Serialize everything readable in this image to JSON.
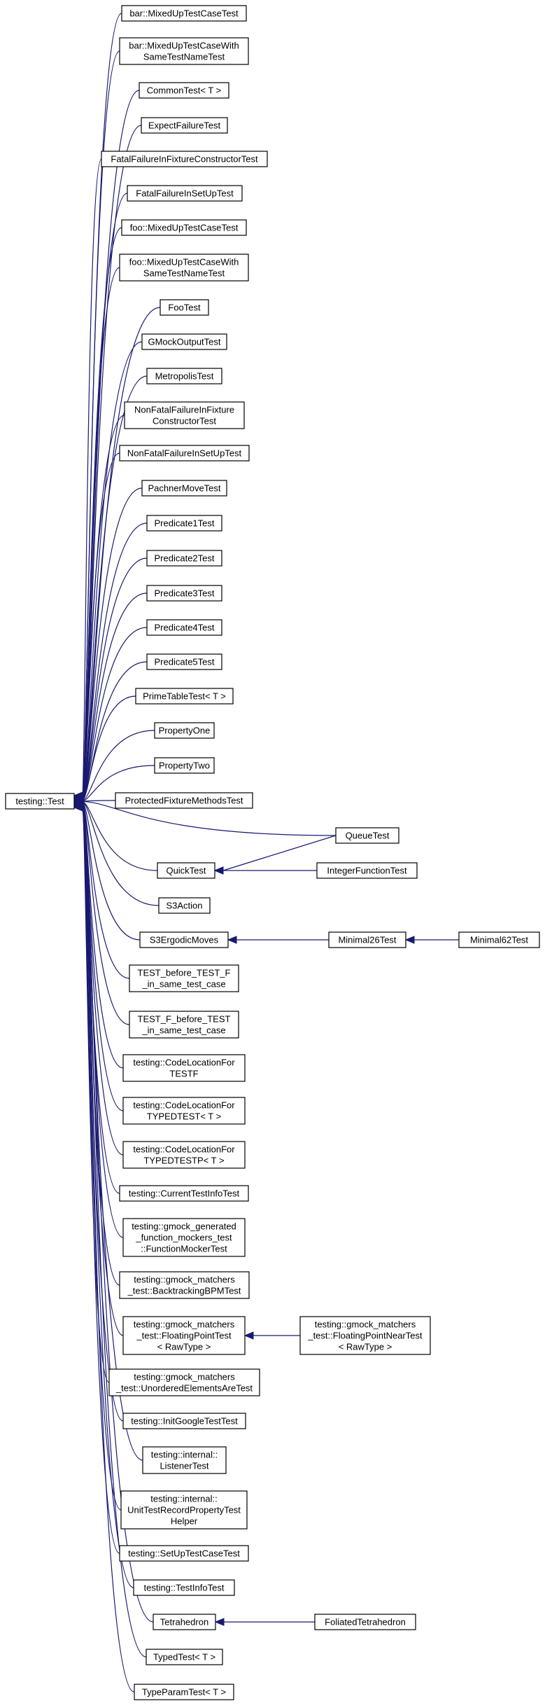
{
  "diagram": {
    "root": "testing::Test",
    "nodes": [
      {
        "id": "root",
        "lines": [
          "testing::Test"
        ]
      },
      {
        "id": "n1",
        "lines": [
          "bar::MixedUpTestCaseTest"
        ]
      },
      {
        "id": "n2",
        "lines": [
          "bar::MixedUpTestCaseWith",
          "SameTestNameTest"
        ]
      },
      {
        "id": "n3",
        "lines": [
          "CommonTest< T >"
        ]
      },
      {
        "id": "n4",
        "lines": [
          "ExpectFailureTest"
        ]
      },
      {
        "id": "n5",
        "lines": [
          "FatalFailureInFixtureConstructorTest"
        ]
      },
      {
        "id": "n6",
        "lines": [
          "FatalFailureInSetUpTest"
        ]
      },
      {
        "id": "n7",
        "lines": [
          "foo::MixedUpTestCaseTest"
        ]
      },
      {
        "id": "n8",
        "lines": [
          "foo::MixedUpTestCaseWith",
          "SameTestNameTest"
        ]
      },
      {
        "id": "n9",
        "lines": [
          "FooTest"
        ]
      },
      {
        "id": "n10",
        "lines": [
          "GMockOutputTest"
        ]
      },
      {
        "id": "n11",
        "lines": [
          "MetropolisTest"
        ]
      },
      {
        "id": "n12",
        "lines": [
          "NonFatalFailureInFixture",
          "ConstructorTest"
        ]
      },
      {
        "id": "n13",
        "lines": [
          "NonFatalFailureInSetUpTest"
        ]
      },
      {
        "id": "n14",
        "lines": [
          "PachnerMoveTest"
        ]
      },
      {
        "id": "n15",
        "lines": [
          "Predicate1Test"
        ]
      },
      {
        "id": "n16",
        "lines": [
          "Predicate2Test"
        ]
      },
      {
        "id": "n17",
        "lines": [
          "Predicate3Test"
        ]
      },
      {
        "id": "n18",
        "lines": [
          "Predicate4Test"
        ]
      },
      {
        "id": "n19",
        "lines": [
          "Predicate5Test"
        ]
      },
      {
        "id": "n20",
        "lines": [
          "PrimeTableTest< T >"
        ]
      },
      {
        "id": "n21",
        "lines": [
          "PropertyOne"
        ]
      },
      {
        "id": "n22",
        "lines": [
          "PropertyTwo"
        ]
      },
      {
        "id": "n23",
        "lines": [
          "ProtectedFixtureMethodsTest"
        ]
      },
      {
        "id": "n24",
        "lines": [
          "QueueTest"
        ]
      },
      {
        "id": "n25",
        "lines": [
          "QuickTest"
        ]
      },
      {
        "id": "n26",
        "lines": [
          "IntegerFunctionTest"
        ]
      },
      {
        "id": "n27",
        "lines": [
          "S3Action"
        ]
      },
      {
        "id": "n28",
        "lines": [
          "S3ErgodicMoves"
        ]
      },
      {
        "id": "n29",
        "lines": [
          "Minimal26Test"
        ]
      },
      {
        "id": "n30",
        "lines": [
          "Minimal62Test"
        ]
      },
      {
        "id": "n31",
        "lines": [
          "TEST_before_TEST_F",
          "_in_same_test_case"
        ]
      },
      {
        "id": "n32",
        "lines": [
          "TEST_F_before_TEST",
          "_in_same_test_case"
        ]
      },
      {
        "id": "n33",
        "lines": [
          "testing::CodeLocationFor",
          "TESTF"
        ]
      },
      {
        "id": "n34",
        "lines": [
          "testing::CodeLocationFor",
          "TYPEDTEST< T >"
        ]
      },
      {
        "id": "n35",
        "lines": [
          "testing::CodeLocationFor",
          "TYPEDTESTP< T >"
        ]
      },
      {
        "id": "n36",
        "lines": [
          "testing::CurrentTestInfoTest"
        ]
      },
      {
        "id": "n37",
        "lines": [
          "testing::gmock_generated",
          "_function_mockers_test",
          "::FunctionMockerTest"
        ]
      },
      {
        "id": "n38",
        "lines": [
          "testing::gmock_matchers",
          "_test::BacktrackingBPMTest"
        ]
      },
      {
        "id": "n39",
        "lines": [
          "testing::gmock_matchers",
          "_test::FloatingPointTest",
          "< RawType >"
        ]
      },
      {
        "id": "n40",
        "lines": [
          "testing::gmock_matchers",
          "_test::FloatingPointNearTest",
          "< RawType >"
        ]
      },
      {
        "id": "n41",
        "lines": [
          "testing::gmock_matchers",
          "_test::UnorderedElementsAreTest"
        ]
      },
      {
        "id": "n42",
        "lines": [
          "testing::InitGoogleTestTest"
        ]
      },
      {
        "id": "n43",
        "lines": [
          "testing::internal::",
          "ListenerTest"
        ]
      },
      {
        "id": "n44",
        "lines": [
          "testing::internal::",
          "UnitTestRecordPropertyTest",
          "Helper"
        ]
      },
      {
        "id": "n45",
        "lines": [
          "testing::SetUpTestCaseTest"
        ]
      },
      {
        "id": "n46",
        "lines": [
          "testing::TestInfoTest"
        ]
      },
      {
        "id": "n47",
        "lines": [
          "Tetrahedron"
        ]
      },
      {
        "id": "n48",
        "lines": [
          "FoliatedTetrahedron"
        ]
      },
      {
        "id": "n49",
        "lines": [
          "TypedTest< T >"
        ]
      },
      {
        "id": "n50",
        "lines": [
          "TypeParamTest< T >"
        ]
      }
    ],
    "edges": [
      {
        "from": "n1",
        "to": "root"
      },
      {
        "from": "n2",
        "to": "root"
      },
      {
        "from": "n3",
        "to": "root"
      },
      {
        "from": "n4",
        "to": "root"
      },
      {
        "from": "n5",
        "to": "root"
      },
      {
        "from": "n6",
        "to": "root"
      },
      {
        "from": "n7",
        "to": "root"
      },
      {
        "from": "n8",
        "to": "root"
      },
      {
        "from": "n9",
        "to": "root"
      },
      {
        "from": "n10",
        "to": "root"
      },
      {
        "from": "n11",
        "to": "root"
      },
      {
        "from": "n12",
        "to": "root"
      },
      {
        "from": "n13",
        "to": "root"
      },
      {
        "from": "n14",
        "to": "root"
      },
      {
        "from": "n15",
        "to": "root"
      },
      {
        "from": "n16",
        "to": "root"
      },
      {
        "from": "n17",
        "to": "root"
      },
      {
        "from": "n18",
        "to": "root"
      },
      {
        "from": "n19",
        "to": "root"
      },
      {
        "from": "n20",
        "to": "root"
      },
      {
        "from": "n21",
        "to": "root"
      },
      {
        "from": "n22",
        "to": "root"
      },
      {
        "from": "n23",
        "to": "root"
      },
      {
        "from": "n24",
        "to": "root"
      },
      {
        "from": "n25",
        "to": "root"
      },
      {
        "from": "n27",
        "to": "root"
      },
      {
        "from": "n28",
        "to": "root"
      },
      {
        "from": "n31",
        "to": "root"
      },
      {
        "from": "n32",
        "to": "root"
      },
      {
        "from": "n33",
        "to": "root"
      },
      {
        "from": "n34",
        "to": "root"
      },
      {
        "from": "n35",
        "to": "root"
      },
      {
        "from": "n36",
        "to": "root"
      },
      {
        "from": "n37",
        "to": "root"
      },
      {
        "from": "n38",
        "to": "root"
      },
      {
        "from": "n39",
        "to": "root"
      },
      {
        "from": "n41",
        "to": "root"
      },
      {
        "from": "n42",
        "to": "root"
      },
      {
        "from": "n43",
        "to": "root"
      },
      {
        "from": "n44",
        "to": "root"
      },
      {
        "from": "n45",
        "to": "root"
      },
      {
        "from": "n46",
        "to": "root"
      },
      {
        "from": "n47",
        "to": "root"
      },
      {
        "from": "n49",
        "to": "root"
      },
      {
        "from": "n50",
        "to": "root"
      },
      {
        "from": "n24",
        "to": "n25"
      },
      {
        "from": "n26",
        "to": "n25"
      },
      {
        "from": "n29",
        "to": "n28"
      },
      {
        "from": "n30",
        "to": "n29"
      },
      {
        "from": "n40",
        "to": "n39"
      },
      {
        "from": "n48",
        "to": "n47"
      }
    ]
  }
}
